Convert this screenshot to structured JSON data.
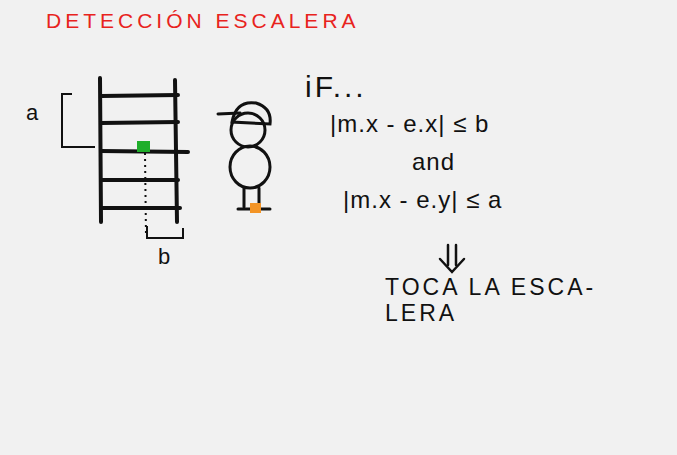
{
  "diagram": {
    "title": "DETECCIÓN ESCALERA",
    "labels": [
      "a",
      "b",
      "iF...",
      "|m.x - e.x| ≤ b",
      "and",
      "|m.x - e.y| ≤ a",
      "TOCA LA ESCA- LERA"
    ]
  }
}
